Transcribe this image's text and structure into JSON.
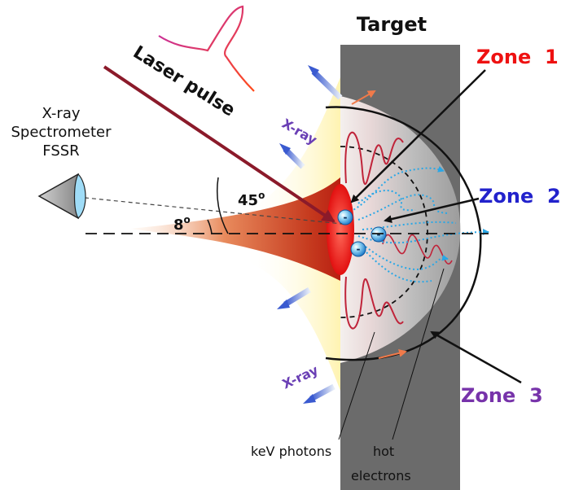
{
  "labels": {
    "target": "Target",
    "zone1": "Zone  1",
    "zone2": "Zone  2",
    "zone3": "Zone  3",
    "laser_pulse": "Laser pulse",
    "xray_top": "X-ray",
    "xray_bottom": "X-ray",
    "spectrometer_line1": "X-ray",
    "spectrometer_line2": "Spectrometer",
    "spectrometer_line3": "FSSR",
    "angle_45": "45",
    "angle_45_sup": "o",
    "angle_8": "8",
    "angle_8_sup": "o",
    "kev_photons": "keV photons",
    "hot": "hot",
    "electrons": "electrons",
    "electron_sign": "-"
  },
  "colors": {
    "target_fill": "#6b6b6b",
    "zone1_text": "#ee1111",
    "zone2_text": "#2222cc",
    "zone3_text": "#7733aa",
    "xray_text": "#6a3fb5",
    "laser_line": "#8b1a2a",
    "plasma_plume": "#d23a1a",
    "electron_blue": "#2aa7e6"
  }
}
